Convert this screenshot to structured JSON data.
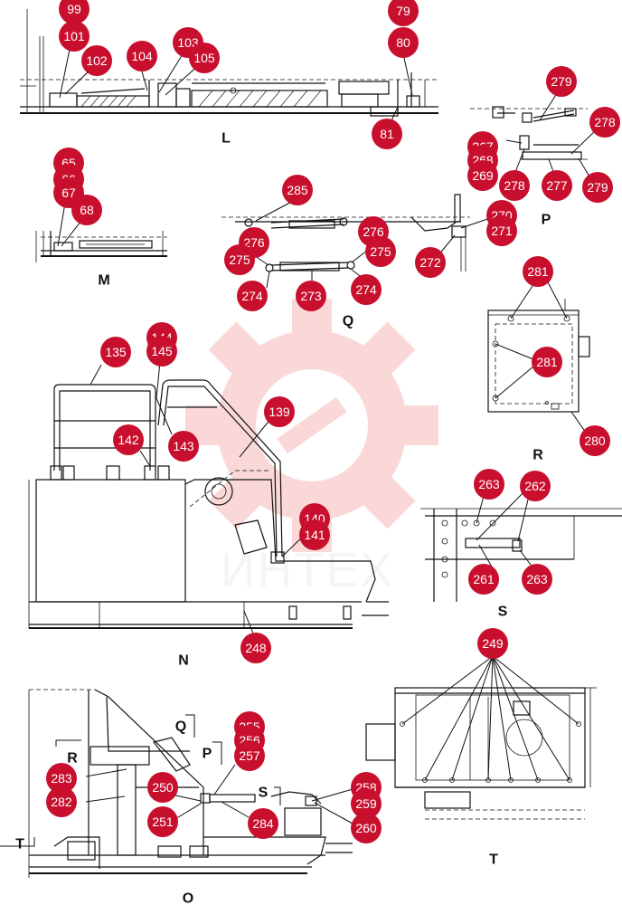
{
  "watermark": {
    "text": "ИНТЕХ",
    "color": "#f4a9a9"
  },
  "accent_color": "#c8102e",
  "view_labels": {
    "L": "L",
    "M": "M",
    "N": "N",
    "O": "O",
    "P": "P",
    "Q": "Q",
    "R": "R",
    "S": "S",
    "T": "T"
  },
  "section_marks": {
    "Q": "Q",
    "P": "P",
    "R": "R",
    "S": "S",
    "T": "T"
  },
  "callouts": {
    "c99": "99",
    "c101": "101",
    "c102": "102",
    "c104": "104",
    "c103": "103",
    "c105": "105",
    "c79": "79",
    "c80": "80",
    "c81": "81",
    "c65": "65",
    "c66": "66",
    "c67": "67",
    "c68": "68",
    "c279a": "279",
    "c278a": "278",
    "c267": "267",
    "c268": "268",
    "c269": "269",
    "c278b": "278",
    "c277": "277",
    "c279b": "279",
    "c285": "285",
    "c270": "270",
    "c271": "271",
    "c272": "272",
    "c276a": "276",
    "c275a": "275",
    "c276b": "276",
    "c275b": "275",
    "c274a": "274",
    "c273": "273",
    "c274b": "274",
    "c281a": "281",
    "c281b": "281",
    "c280": "280",
    "c135": "135",
    "c144": "144",
    "c145": "145",
    "c142": "142",
    "c143": "143",
    "c139": "139",
    "c140": "140",
    "c141": "141",
    "c248": "248",
    "c263a": "263",
    "c262": "262",
    "c261": "261",
    "c263b": "263",
    "c249": "249",
    "c255": "255",
    "c256": "256",
    "c257": "257",
    "c283": "283",
    "c282": "282",
    "c250": "250",
    "c251": "251",
    "c284": "284",
    "c258": "258",
    "c259": "259",
    "c260": "260"
  }
}
